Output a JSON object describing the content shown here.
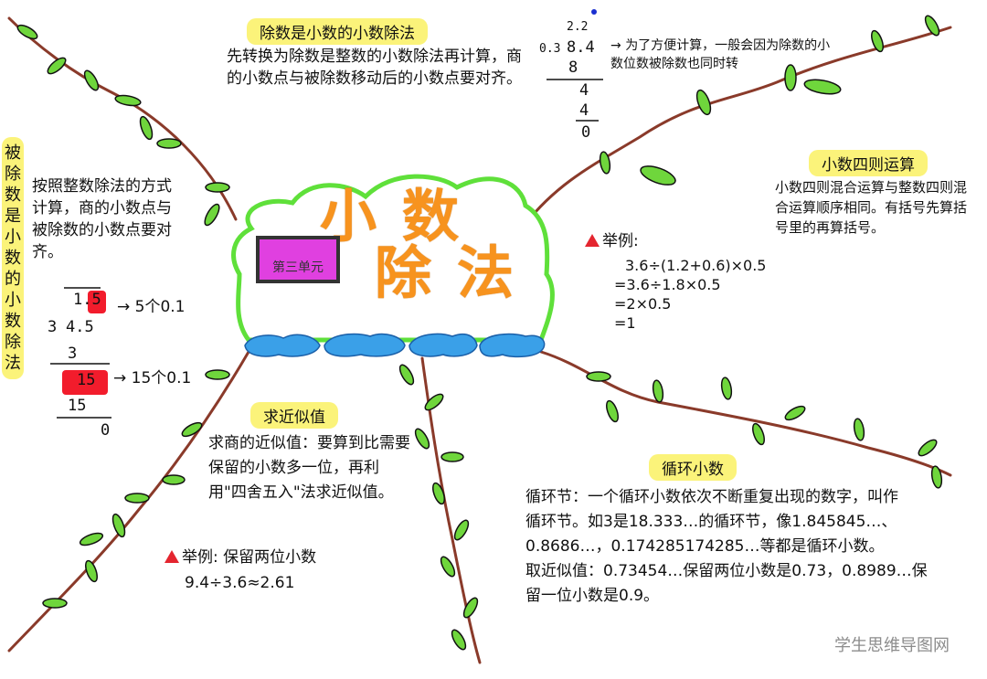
{
  "center": {
    "title_line1": "小数",
    "title_line2": "除法",
    "unit_label": "第三单元"
  },
  "branch_top": {
    "heading": "除数是小数的小数除法",
    "body": "先转换为除数是整数的小数除法再计算，商的小数点与被除数移动后的小数点要对齐。",
    "example": {
      "quotient": "2.2",
      "divisor": "0.3",
      "dividend": "8.4",
      "step1": "8",
      "step2": "4",
      "step3": "4",
      "remainder": "0"
    },
    "note": "为了方便计算，一般会因为除数的小数位数被除数也同时转"
  },
  "branch_right_top": {
    "heading": "小数四则运算",
    "body": "小数四则混合运算与整数四则混合运算顺序相同。有括号先算括号里的再算括号。",
    "example_label": "举例:",
    "example_lines": [
      "3.6÷(1.2+0.6)×0.5",
      "=3.6÷1.8×0.5",
      "=2×0.5",
      "=1"
    ]
  },
  "branch_left": {
    "vertical_heading": "被除数是小数的小数除法",
    "body": "按照整数除法的方式计算，商的小数点与被除数的小数点要对齐。",
    "example": {
      "quotient": "1.5",
      "divisor": "3",
      "dividend": "4.5",
      "step1": "3",
      "step2": "15",
      "step3": "15",
      "remainder": "0"
    },
    "note1": "→ 5个0.1",
    "note2": "→ 15个0.1"
  },
  "branch_bottom_left": {
    "heading": "求近似值",
    "body": "求商的近似值：要算到比需要保留的小数多一位，再利用\"四舍五入\"法求近似值。",
    "example_label": "举例: 保留两位小数",
    "example_line": "9.4÷3.6≈2.61"
  },
  "branch_bottom_right": {
    "heading": "循环小数",
    "lines": [
      "循环节：一个循环小数依次不断重复出现的数字，叫作",
      "循环节。如3是18.333…的循环节，像1.845845…、",
      "0.8686…，0.174285174285…等都是循环小数。",
      "取近似值：0.73454…保留两位小数是0.73，0.8989…保",
      "留一位小数是0.9。"
    ]
  },
  "watermark": "学生思维导图网",
  "colors": {
    "branch": "#8a3a2a",
    "leaf": "#6fd63c",
    "cloud_outline": "#5fe03a",
    "title": "#f7931e",
    "unit_box": "#e040e0",
    "water": "#3aa0e8",
    "highlight": "#fbf37a",
    "marker": "#e4252f"
  }
}
